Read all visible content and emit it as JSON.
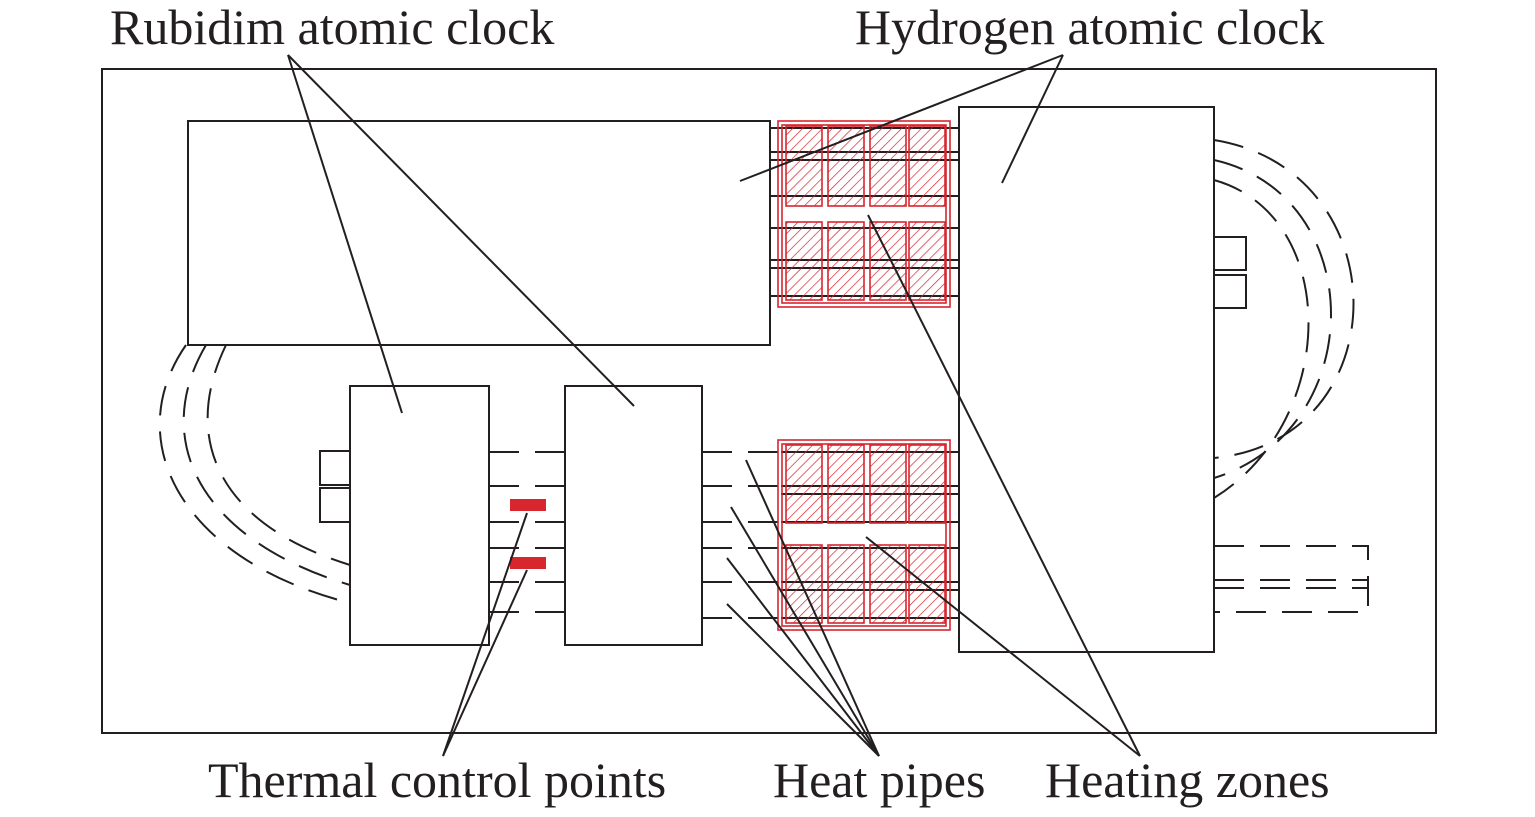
{
  "labels": {
    "rubidium_clock": "Rubidim atomic clock",
    "hydrogen_clock": "Hydrogen atomic clock",
    "thermal_control_points": "Thermal control points",
    "heat_pipes": "Heat pipes",
    "heating_zones": "Heating zones"
  },
  "colors": {
    "line": "#231f20",
    "heating_zone": "#d7262e",
    "thermal_control_point": "#d7262e",
    "background": "#ffffff"
  }
}
